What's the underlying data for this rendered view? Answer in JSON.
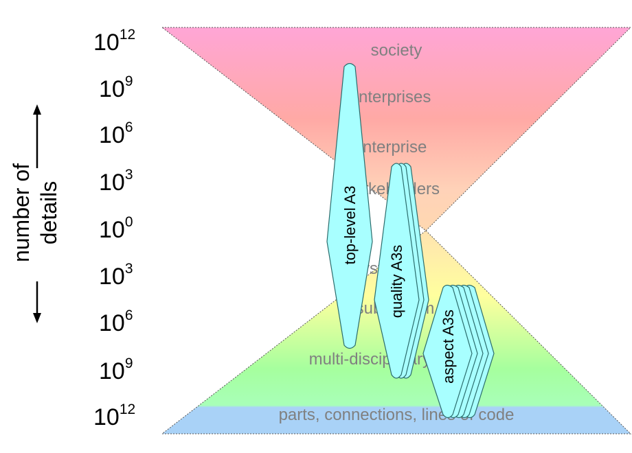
{
  "axis": {
    "line1": "number of",
    "line2": "details"
  },
  "scale": {
    "base": "10",
    "exponents": [
      "12",
      "9",
      "6",
      "3",
      "0",
      "3",
      "6",
      "9",
      "12"
    ]
  },
  "upper_layers": [
    "society",
    "enterprises",
    "enterprise",
    "stakeholders"
  ],
  "lower_layers": [
    "system",
    "subsystem",
    "multi-disciplinary design",
    "parts, connections, lines of code"
  ],
  "documents": {
    "top_level": "top-level A3",
    "quality": "quality A3s",
    "aspect": "aspect A3s"
  },
  "colors": {
    "upper_top": "#ffa6d6",
    "upper_mid": "#ffa9a5",
    "upper_bottom": "#ffd4b8",
    "lower_top": "#ffffa3",
    "lower_mid": "#a8ff9e",
    "lower_bottom": "#a9d2f7",
    "document_fill": "#a8ffff"
  }
}
